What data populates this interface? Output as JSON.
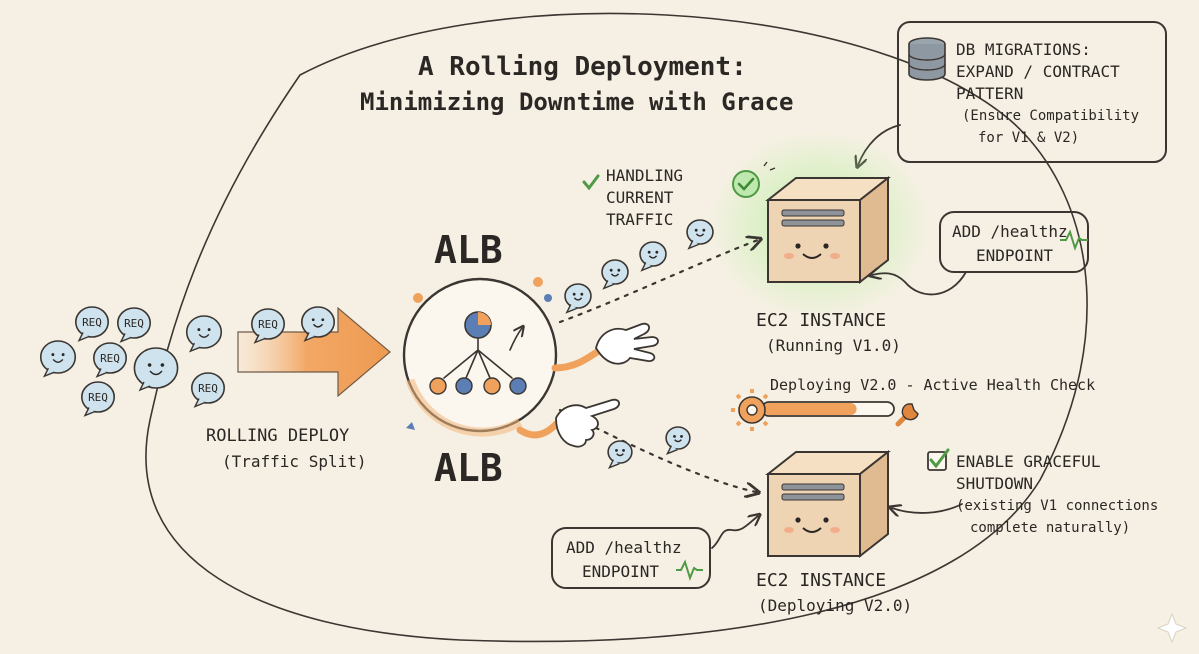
{
  "title_line1": "A Rolling Deployment:",
  "title_line2": "Minimizing Downtime with Grace",
  "db_box": {
    "line1": "DB MIGRATIONS:",
    "line2": "EXPAND / CONTRACT",
    "line3": "PATTERN",
    "line4": "(Ensure Compatibility",
    "line5": "for V1 & V2)"
  },
  "handling": {
    "line1": "HANDLING",
    "line2": "CURRENT",
    "line3": "TRAFFIC"
  },
  "alb_top": "ALB",
  "alb_bottom": "ALB",
  "req_label": "REQ",
  "rolling": {
    "line1": "ROLLING DEPLOY",
    "line2": "(Traffic Split)"
  },
  "instance_top": {
    "name": "EC2 INSTANCE",
    "status": "(Running V1.0)"
  },
  "instance_bottom": {
    "name": "EC2 INSTANCE",
    "status": "(Deploying V2.0)"
  },
  "health_top": {
    "line1": "ADD /healthz",
    "line2": "ENDPOINT"
  },
  "health_bottom": {
    "line1": "ADD /healthz",
    "line2": "ENDPOINT"
  },
  "deploying_label": "Deploying V2.0 - Active Health Check",
  "deploy_progress": 0.72,
  "graceful": {
    "line1": "ENABLE GRACEFUL",
    "line2": "SHUTDOWN",
    "line3": "(existing V1 connections",
    "line4": "complete naturally)"
  },
  "colors": {
    "background": "#f6f0e4",
    "ink": "#3b3632",
    "orange": "#f0a25c",
    "bubble_blue": "#cfe3ee",
    "box_tan": "#efd4b4",
    "green_check": "#4f9a45",
    "green_glow": "#9ee58a"
  },
  "icons": [
    "database-icon",
    "check-icon",
    "gear-icon",
    "wrench-icon",
    "pulse-icon",
    "hand-icon"
  ]
}
